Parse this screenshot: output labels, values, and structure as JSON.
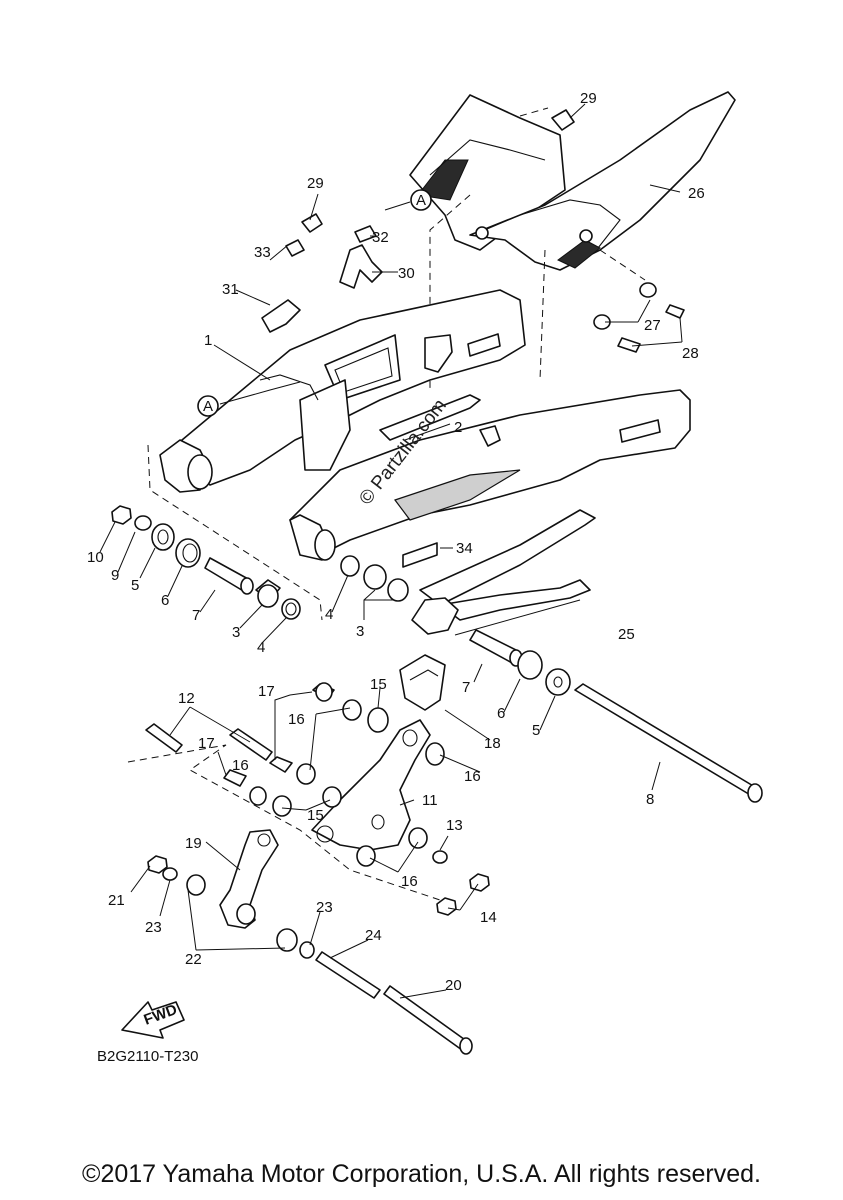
{
  "diagram": {
    "reference_code": "B2G2110-T230",
    "copyright": "©2017 Yamaha Motor Corporation, U.S.A. All rights reserved.",
    "watermark": "© Partzilla.com",
    "fwd_arrow_text": "FWD",
    "reference_marker": "A",
    "callouts": [
      "1",
      "2",
      "3",
      "3",
      "4",
      "4",
      "5",
      "5",
      "6",
      "6",
      "7",
      "7",
      "8",
      "9",
      "10",
      "11",
      "12",
      "13",
      "14",
      "15",
      "15",
      "16",
      "16",
      "16",
      "16",
      "17",
      "17",
      "18",
      "19",
      "20",
      "21",
      "22",
      "23",
      "23",
      "24",
      "25",
      "26",
      "27",
      "28",
      "29",
      "29",
      "30",
      "31",
      "32",
      "33",
      "34"
    ]
  }
}
